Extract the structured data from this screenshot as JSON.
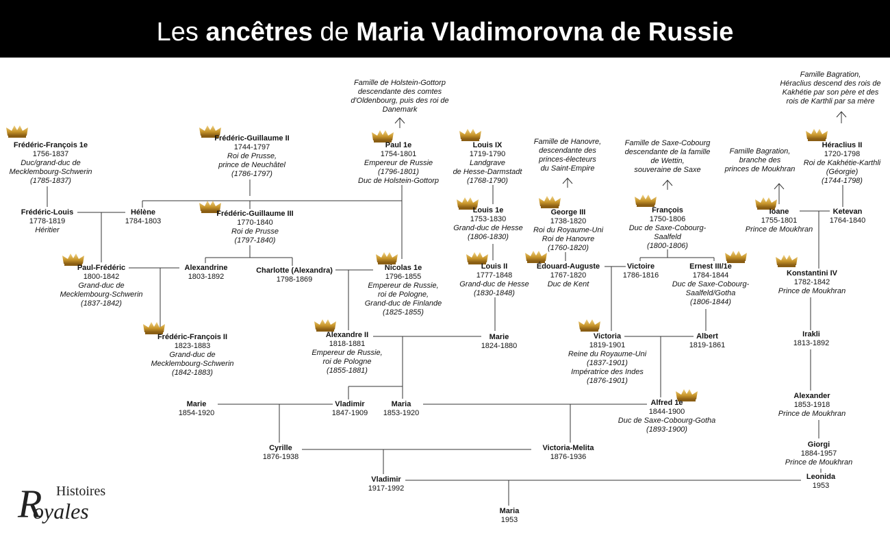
{
  "title": {
    "part1": "Les",
    "part2": "ancêtres",
    "part3": "de",
    "part4": "Maria Vladimorovna de Russie"
  },
  "colors": {
    "title_bg": "#000000",
    "title_text": "#ffffff",
    "line": "#333333",
    "crown": "#c9972c"
  },
  "logo": {
    "r": "R",
    "line1": "Histoires",
    "line2": "oyales"
  },
  "persons": {
    "ff1": {
      "name": "Frédéric-François 1e",
      "dates": "1756-1837",
      "role1": "Duc/grand-duc de",
      "role2": "Mecklembourg-Schwerin",
      "role3": "(1785-1837)"
    },
    "fg2": {
      "name": "Frédéric-Guillaume II",
      "dates": "1744-1797",
      "role1": "Roi de Prusse,",
      "role2": "prince de Neuchâtel",
      "role3": "(1786-1797)"
    },
    "paul1": {
      "name": "Paul 1e",
      "dates": "1754-1801",
      "role1": "Empereur de Russie",
      "role2": "(1796-1801)",
      "role3": "Duc de Holstein-Gottorp"
    },
    "louis9": {
      "name": "Louis IX",
      "dates": "1719-1790",
      "role1": "Landgrave",
      "role2": "de Hesse-Darmstadt",
      "role3": "(1768-1790)"
    },
    "heraclius": {
      "name": "Héraclius II",
      "dates": "1720-1798",
      "role1": "Roi de Kakhétie-Karthli",
      "role2": "(Géorgie)",
      "role3": "(1744-1798)"
    },
    "fl": {
      "name": "Frédéric-Louis",
      "dates": "1778-1819",
      "role1": "Héritier"
    },
    "helene": {
      "name": "Hélène",
      "dates": "1784-1803"
    },
    "fg3": {
      "name": "Frédéric-Guillaume III",
      "dates": "1770-1840",
      "role1": "Roi de Prusse",
      "role2": "(1797-1840)"
    },
    "louis1": {
      "name": "Louis 1e",
      "dates": "1753-1830",
      "role1": "Grand-duc de Hesse",
      "role2": "(1806-1830)"
    },
    "george3": {
      "name": "George III",
      "dates": "1738-1820",
      "role1": "Roi du Royaume-Uni",
      "role2": "Roi de Hanovre",
      "role3": "(1760-1820)"
    },
    "francois": {
      "name": "François",
      "dates": "1750-1806",
      "role1": "Duc de Saxe-Cobourg-",
      "role2": "Saalfeld",
      "role3": "(1800-1806)"
    },
    "ioane": {
      "name": "Ioane",
      "dates": "1755-1801",
      "role1": "Prince de Moukhran"
    },
    "ketevan": {
      "name": "Ketevan",
      "dates": "1764-1840"
    },
    "pf": {
      "name": "Paul-Frédéric",
      "dates": "1800-1842",
      "role1": "Grand-duc de",
      "role2": "Mecklembourg-Schwerin",
      "role3": "(1837-1842)"
    },
    "alexandrine": {
      "name": "Alexandrine",
      "dates": "1803-1892"
    },
    "charlotte": {
      "name": "Charlotte (Alexandra)",
      "dates": "1798-1869"
    },
    "nicolas1": {
      "name": "Nicolas 1e",
      "dates": "1796-1855",
      "role1": "Empereur de Russie,",
      "role2": "roi de Pologne,",
      "role3": "Grand-duc de Finlande",
      "role4": "(1825-1855)"
    },
    "louis2": {
      "name": "Louis II",
      "dates": "1777-1848",
      "role1": "Grand-duc de Hesse",
      "role2": "(1830-1848)"
    },
    "edouard": {
      "name": "Édouard-Auguste",
      "dates": "1767-1820",
      "role1": "Duc de Kent"
    },
    "victoire": {
      "name": "Victoire",
      "dates": "1786-1816"
    },
    "ernest": {
      "name": "Ernest III/1e",
      "dates": "1784-1844",
      "role1": "Duc de Saxe-Cobourg-",
      "role2": "Saalfeld/Gotha",
      "role3": "(1806-1844)"
    },
    "konstantini": {
      "name": "Konstantini IV",
      "dates": "1782-1842",
      "role1": "Prince de Moukhran"
    },
    "ff2": {
      "name": "Frédéric-François II",
      "dates": "1823-1883",
      "role1": "Grand-duc de",
      "role2": "Mecklembourg-Schwerin",
      "role3": "(1842-1883)"
    },
    "alex2": {
      "name": "Alexandre II",
      "dates": "1818-1881",
      "role1": "Empereur de Russie,",
      "role2": "roi de Pologne",
      "role3": "(1855-1881)"
    },
    "marie1824": {
      "name": "Marie",
      "dates": "1824-1880"
    },
    "victoria": {
      "name": "Victoria",
      "dates": "1819-1901",
      "role1": "Reine du Royaume-Uni",
      "role2": "(1837-1901)",
      "role3": "Impératrice des Indes",
      "role4": "(1876-1901)"
    },
    "albert": {
      "name": "Albert",
      "dates": "1819-1861"
    },
    "irakli": {
      "name": "Irakli",
      "dates": "1813-1892"
    },
    "marie1854": {
      "name": "Marie",
      "dates": "1854-1920"
    },
    "vladimir1847": {
      "name": "Vladimir",
      "dates": "1847-1909"
    },
    "maria1853": {
      "name": "Maria",
      "dates": "1853-1920"
    },
    "alfred": {
      "name": "Alfred 1e",
      "dates": "1844-1900",
      "role1": "Duc de Saxe-Cobourg-Gotha",
      "role2": "(1893-1900)"
    },
    "alexander": {
      "name": "Alexander",
      "dates": "1853-1918",
      "role1": "Prince de Moukhran"
    },
    "cyrille": {
      "name": "Cyrille",
      "dates": "1876-1938"
    },
    "vmelita": {
      "name": "Victoria-Melita",
      "dates": "1876-1936"
    },
    "giorgi": {
      "name": "Giorgi",
      "dates": "1884-1957",
      "role1": "Prince de Moukhran"
    },
    "vladimir1917": {
      "name": "Vladimir",
      "dates": "1917-1992"
    },
    "leonida": {
      "name": "Leonida",
      "dates": "1953"
    },
    "maria1953": {
      "name": "Maria",
      "dates": "1953"
    }
  },
  "notes": {
    "holstein": [
      "Famille de Holstein-Gottorp",
      "descendante des comtes",
      "d'Oldenbourg, puis des roi de",
      "Danemark"
    ],
    "hanovre": [
      "Famille de Hanovre,",
      "descendante des",
      "princes-électeurs",
      "du Saint-Empire"
    ],
    "saxe": [
      "Famille de Saxe-Cobourg",
      "descendante de la famille",
      "de Wettin,",
      "souveraine de Saxe"
    ],
    "bagration1": [
      "Famille Bagration,",
      "branche des",
      "princes de Moukhran"
    ],
    "bagration2": [
      "Famille Bagration,",
      "Héraclius descend des rois de",
      "Kakhétie par son père et des",
      "rois de Karthli par sa mère"
    ]
  }
}
